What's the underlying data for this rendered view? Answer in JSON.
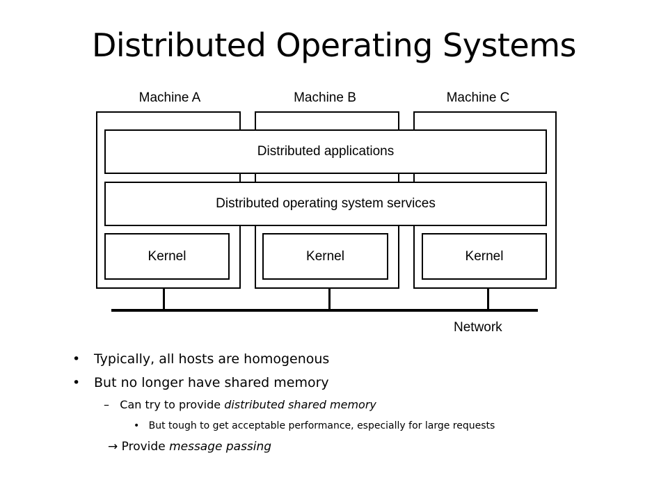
{
  "slide": {
    "title": "Distributed Operating Systems"
  },
  "diagram": {
    "machines": [
      {
        "label": "Machine A",
        "kernel": "Kernel"
      },
      {
        "label": "Machine B",
        "kernel": "Kernel"
      },
      {
        "label": "Machine C",
        "kernel": "Kernel"
      }
    ],
    "layers": {
      "applications": "Distributed applications",
      "services": "Distributed operating system services"
    },
    "network_label": "Network"
  },
  "bullets": {
    "item1": {
      "marker": "•",
      "text": "Typically, all hosts are homogenous"
    },
    "item2": {
      "marker": "•",
      "text": "But no longer have shared memory"
    },
    "sub1": {
      "marker": "–",
      "prefix": "Can try to provide ",
      "emphasis": "distributed shared memory"
    },
    "subsub1": {
      "marker": "•",
      "text": "But tough to get acceptable performance, especially for large requests"
    },
    "conclusion": {
      "marker": "→",
      "prefix": "Provide ",
      "emphasis": "message passing"
    }
  }
}
